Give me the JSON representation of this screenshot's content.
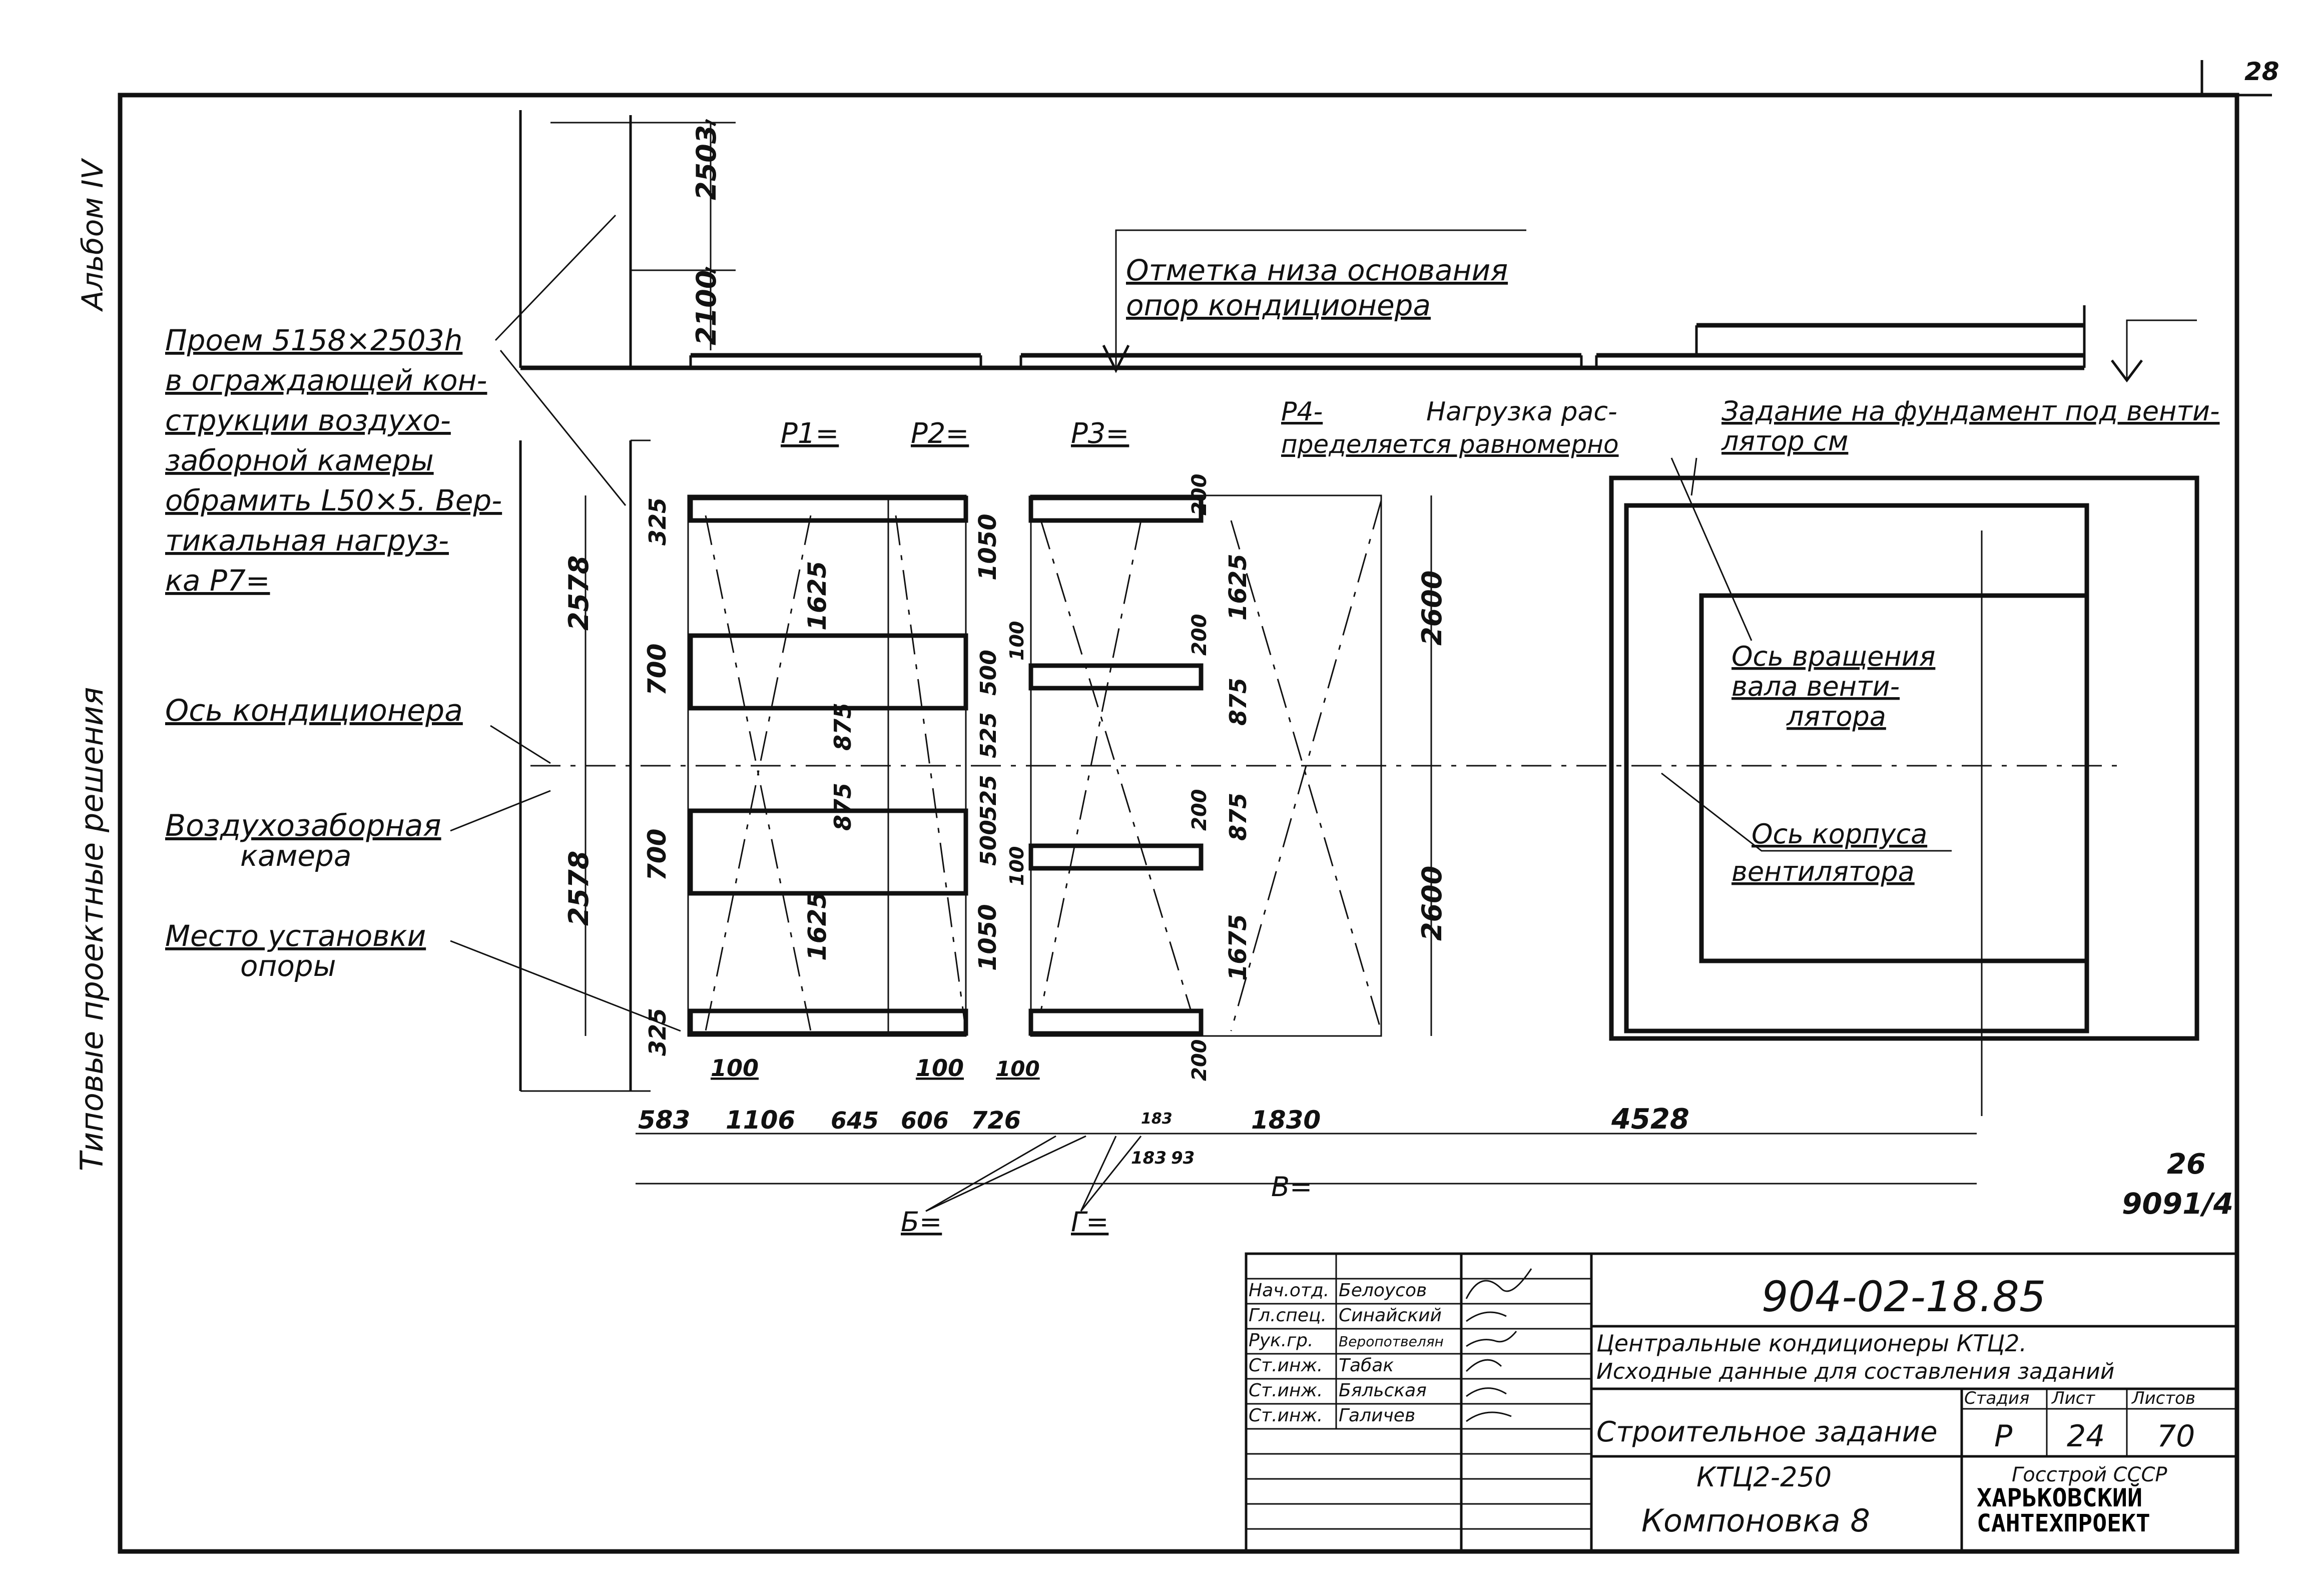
{
  "sheet_number": "28",
  "side_album": "Альбом IV",
  "side_series": "Типовые проектные решения",
  "notes": {
    "opening": [
      "Проем 5158×2503h",
      "в ограждающей кон-",
      "струкции воздухо-",
      "заборной камеры",
      "обрамить L50×5. Вер-",
      "тикальная нагруз-",
      "ка Р7="
    ],
    "axis_conditioner": "Ось кондиционера",
    "intake_chamber": [
      "Воздухозаборная",
      "камера"
    ],
    "support_place": [
      "Место установки",
      "опоры"
    ],
    "base_mark": [
      "Отметка низа основания",
      "опор кондиционера"
    ],
    "p4": "Р4-",
    "load_dist": [
      "Нагрузка рас-",
      "пределяется равномерно"
    ],
    "fan_task": [
      "Задание на фундамент под венти-",
      "лятор см"
    ],
    "shaft_axis": [
      "Ось вращения",
      "вала венти-",
      "лятора"
    ],
    "housing_axis": [
      "Ось корпуса",
      "вентилятора"
    ]
  },
  "loads": {
    "p1": "Р1=",
    "p2": "Р2=",
    "p3": "Р3="
  },
  "refs": {
    "b": "Б=",
    "g": "Г=",
    "v": "В="
  },
  "dims": {
    "top_2503": "2503",
    "top_2100": "2100",
    "left_2578a": "2578",
    "left_2578b": "2578",
    "d325a": "325",
    "d325b": "325",
    "d700a": "700",
    "d700b": "700",
    "d1625a": "1625",
    "d1625b": "1625",
    "d875a": "875",
    "d875b": "875",
    "d1050a": "1050",
    "d1050b": "1050",
    "d500a": "500",
    "d500b": "500",
    "d525a": "525",
    "d525b": "525",
    "d100a": "100",
    "d100b": "100",
    "d200a": "200",
    "d200b": "200",
    "d200c": "200",
    "d200d": "200",
    "d1625c": "1625",
    "d875c": "875",
    "d875d": "875",
    "d1675": "1675",
    "d2600a": "2600",
    "d2600b": "2600",
    "bottom": [
      "583",
      "1106",
      "645",
      "606",
      "726",
      "1830",
      "4528"
    ],
    "bottom_small": [
      "183",
      "93",
      "183"
    ],
    "b100": [
      "100",
      "100",
      "100"
    ]
  },
  "sheet_ref": {
    "page": "26",
    "code": "9091/4"
  },
  "title_block": {
    "doc_code": "904-02-18.85",
    "title1": "Центральные кондиционеры КТЦ2.",
    "title2": "Исходные данные для составления заданий",
    "sheet_title": "Строительное задание",
    "model": "КТЦ2-250",
    "layout": "Компоновка 8",
    "col_stage": "Стадия",
    "col_sheet": "Лист",
    "col_sheets": "Листов",
    "stage": "Р",
    "sheet": "24",
    "sheets": "70",
    "org1": "Госстрой СССР",
    "org2": "ХАРЬКОВСКИЙ",
    "org3": "САНТЕХПРОЕКТ",
    "roles": [
      "Нач.отд.",
      "Гл.спец.",
      "Рук.гр.",
      "Ст.инж.",
      "Ст.инж.",
      "Ст.инж."
    ],
    "names": [
      "Белоусов",
      "Синайский",
      "Веропотвелян",
      "Табак",
      "Бяльская",
      "Галичев"
    ]
  }
}
